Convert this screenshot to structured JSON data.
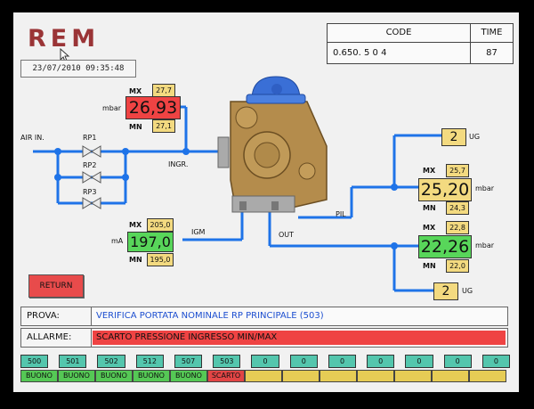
{
  "header": {
    "logo": "REM",
    "datetime": "23/07/2010 09:35:48",
    "code_label": "CODE",
    "code_value": "0.650. 5 0 4",
    "time_label": "TIME",
    "time_value": "87"
  },
  "labels": {
    "air_in": "AIR IN.",
    "rp1": "RP1",
    "rp2": "RP2",
    "rp3": "RP3",
    "ingr": "INGR.",
    "igm": "IGM",
    "out": "OUT",
    "pil": "PIL",
    "mx": "MX",
    "mn": "MN",
    "mbar": "mbar",
    "ma": "mA",
    "ug": "UG"
  },
  "gauges": {
    "inlet": {
      "value": "26,93",
      "max": "27,7",
      "min": "27,1"
    },
    "igm": {
      "value": "197,0",
      "max": "205,0",
      "min": "195,0"
    },
    "pil": {
      "value": "25,20",
      "max": "25,7",
      "min": "24,3"
    },
    "out": {
      "value": "22,26",
      "max": "22,8",
      "min": "22,0"
    },
    "ug_top": "2",
    "ug_bottom": "2"
  },
  "controls": {
    "return_label": "RETURN"
  },
  "info": {
    "prova_label": "PROVA:",
    "prova_text": "VERIFICA PORTATA NOMINALE RP PRINCIPALE (503)",
    "allarme_label": "ALLARME:",
    "allarme_text": "SCARTO PRESSIONE INGRESSO MIN/MAX"
  },
  "steps": [
    {
      "code": "500",
      "status": "BUONO",
      "color": "#54c6ad",
      "status_color": "#55c855"
    },
    {
      "code": "501",
      "status": "BUONO",
      "color": "#54c6ad",
      "status_color": "#55c855"
    },
    {
      "code": "502",
      "status": "BUONO",
      "color": "#54c6ad",
      "status_color": "#55c855"
    },
    {
      "code": "512",
      "status": "BUONO",
      "color": "#54c6ad",
      "status_color": "#55c855"
    },
    {
      "code": "507",
      "status": "BUONO",
      "color": "#54c6ad",
      "status_color": "#55c855"
    },
    {
      "code": "503",
      "status": "SCARTO",
      "color": "#54c6ad",
      "status_color": "#e24545"
    },
    {
      "code": "0",
      "status": "",
      "color": "#54c6ad",
      "status_color": "#e6cc55"
    },
    {
      "code": "0",
      "status": "",
      "color": "#54c6ad",
      "status_color": "#e6cc55"
    },
    {
      "code": "0",
      "status": "",
      "color": "#54c6ad",
      "status_color": "#e6cc55"
    },
    {
      "code": "0",
      "status": "",
      "color": "#54c6ad",
      "status_color": "#e6cc55"
    },
    {
      "code": "0",
      "status": "",
      "color": "#54c6ad",
      "status_color": "#e6cc55"
    },
    {
      "code": "0",
      "status": "",
      "color": "#54c6ad",
      "status_color": "#e6cc55"
    },
    {
      "code": "0",
      "status": "",
      "color": "#54c6ad",
      "status_color": "#e6cc55"
    }
  ],
  "colors": {
    "pipe": "#1e73e8",
    "alarm": "#ef4343",
    "ok": "#55c855",
    "limit": "#f3da80"
  }
}
